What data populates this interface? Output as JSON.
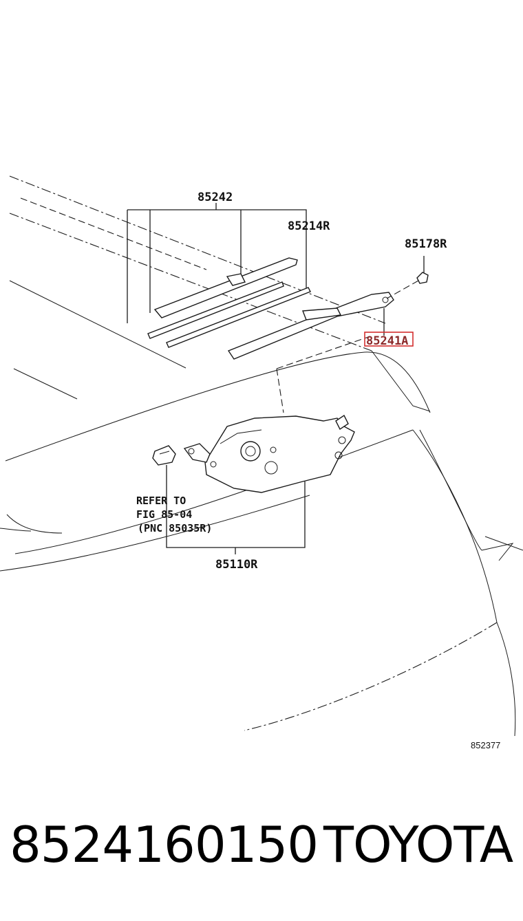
{
  "diagram": {
    "labels": {
      "blade_assy": "85242",
      "rubber": "85214R",
      "cap": "85178R",
      "arm": "85241A",
      "motor": "85110R",
      "refer_line1": "REFER TO",
      "refer_line2": "FIG 85-04",
      "refer_line3": "(PNC 85035R)"
    },
    "figure_code": "852377",
    "highlight_color": "#d32f2f"
  },
  "caption": {
    "part_number": "8524160150",
    "brand": "TOYOTA"
  }
}
